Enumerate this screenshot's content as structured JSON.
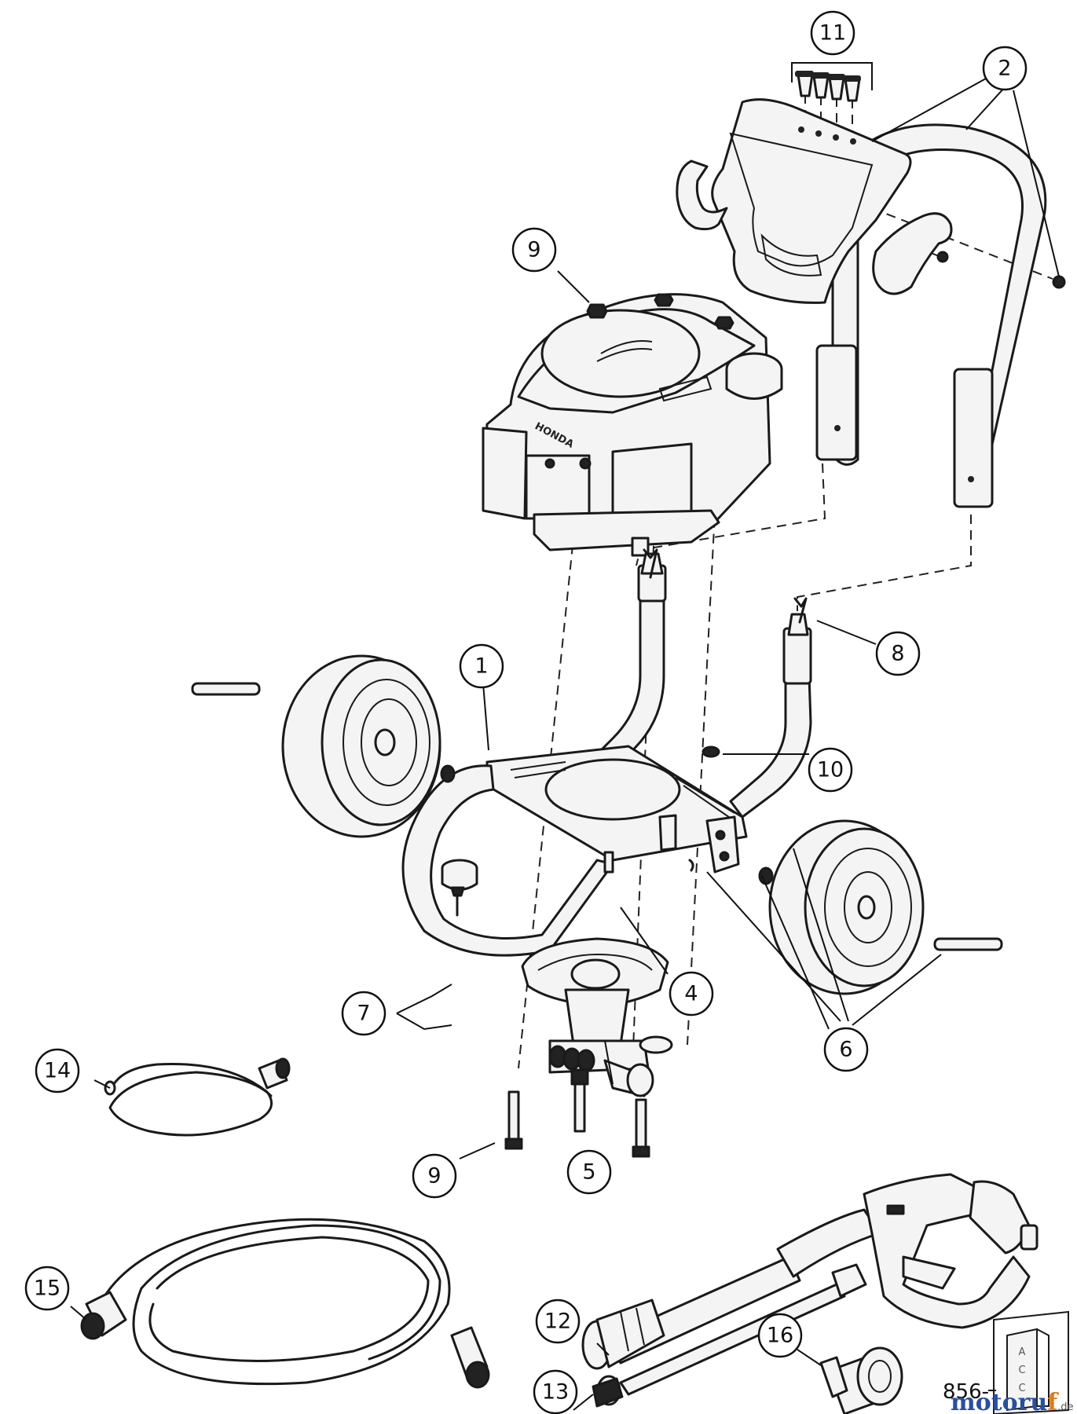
{
  "callouts": {
    "c1": "1",
    "c2": "2",
    "c4": "4",
    "c5": "5",
    "c6": "6",
    "c7": "7",
    "c8": "8",
    "c9_top": "9",
    "c9_bottom": "9",
    "c10": "10",
    "c11": "11",
    "c12": "12",
    "c13": "13",
    "c14": "14",
    "c15": "15",
    "c16": "16"
  },
  "reference": {
    "code": "856-",
    "acc_label": [
      "A",
      "C",
      "C"
    ]
  },
  "engine_brand": "HONDA",
  "watermark": {
    "part1": "motoru",
    "part2": "f",
    "suffix": ".de"
  }
}
